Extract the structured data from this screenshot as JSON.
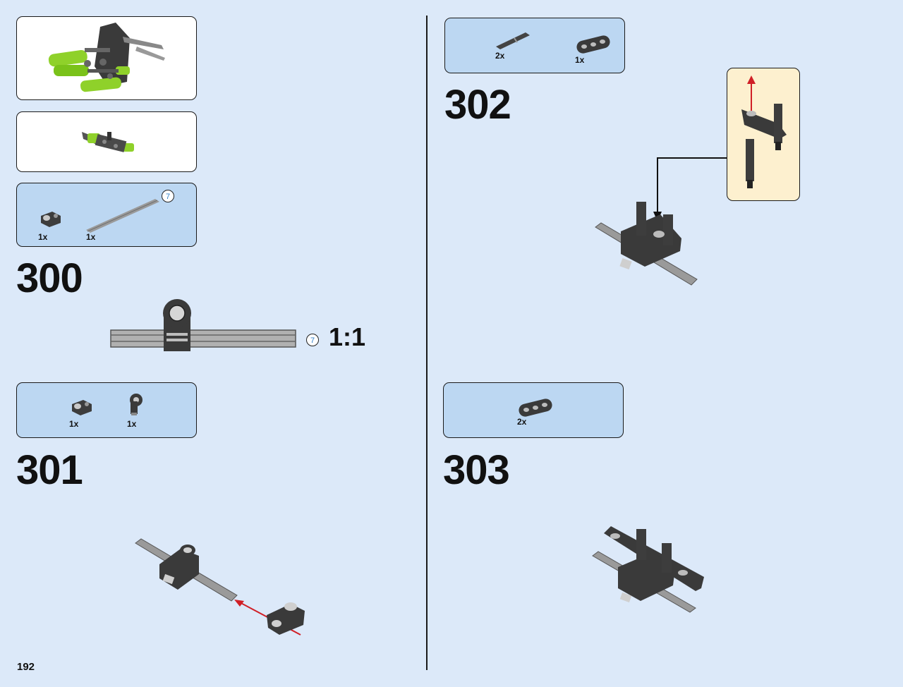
{
  "page_number": "192",
  "left_column": {
    "parts_list_300": {
      "callout": "7",
      "items": [
        {
          "icon": "technic-connector-icon",
          "qty": "1x"
        },
        {
          "icon": "technic-axle-icon",
          "qty": "1x"
        }
      ]
    },
    "step_300": {
      "number": "300",
      "callout": "7",
      "scale_label": "1:1"
    },
    "parts_list_301": {
      "items": [
        {
          "icon": "technic-connector-icon",
          "qty": "1x"
        },
        {
          "icon": "technic-pin-connector-icon",
          "qty": "1x"
        }
      ]
    },
    "step_301": {
      "number": "301"
    }
  },
  "right_column": {
    "parts_list_302": {
      "items": [
        {
          "icon": "technic-pin-icon",
          "qty": "2x"
        },
        {
          "icon": "technic-beam-icon",
          "qty": "1x"
        }
      ]
    },
    "step_302": {
      "number": "302"
    },
    "parts_list_303": {
      "items": [
        {
          "icon": "technic-beam-icon",
          "qty": "2x"
        }
      ]
    },
    "step_303": {
      "number": "303"
    }
  },
  "colors": {
    "page_background": "#dce9f9",
    "parts_panel": "#bcd7f2",
    "subassembly_panel": "#fdf0cf",
    "accent_lime": "#8fd12a",
    "arrow_red": "#d01f26",
    "part_dark_gray": "#3d3d3d",
    "part_light_gray": "#a9a9a9"
  }
}
